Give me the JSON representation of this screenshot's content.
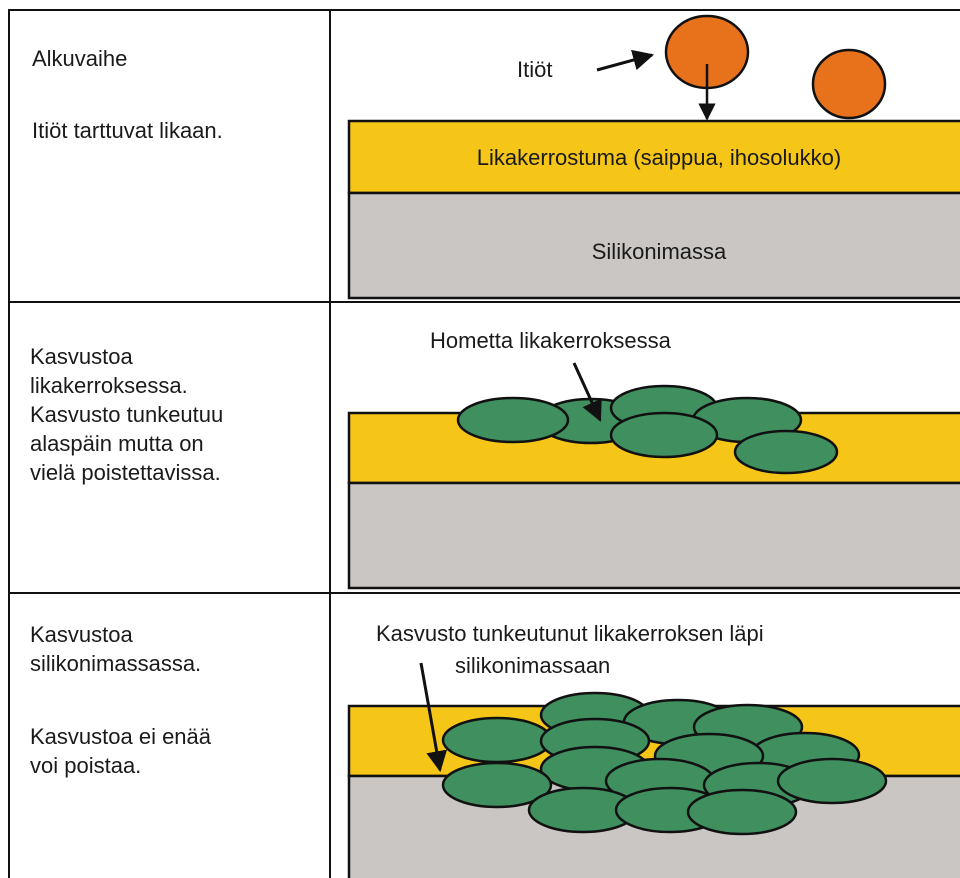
{
  "colors": {
    "dirt_layer": "#f5c518",
    "silicone_base": "#c9c6c3",
    "spore": "#e8721c",
    "mold": "#3f8f5f",
    "outline": "#111111"
  },
  "rows": [
    {
      "stage_lines": [
        "Alkuvaihe",
        "",
        "Itiöt tarttuvat likaan."
      ],
      "spore_label": "Itiöt",
      "dirt_layer_label": "Likakerrostuma (saippua, ihosolukko)",
      "base_label": "Silikonimassa"
    },
    {
      "stage_lines": [
        "Kasvustoa",
        "likakerroksessa.",
        "Kasvusto tunkeutuu",
        "alaspäin mutta on",
        "vielä poistettavissa."
      ],
      "callout_lines": [
        "Hometta likakerroksessa"
      ]
    },
    {
      "stage_lines": [
        "Kasvustoa",
        "silikonimassassa.",
        "",
        "Kasvustoa ei enää",
        "voi poistaa."
      ],
      "callout_lines": [
        "Kasvusto tunkeutunut likakerroksen läpi",
        "silikonimassaan"
      ]
    }
  ]
}
